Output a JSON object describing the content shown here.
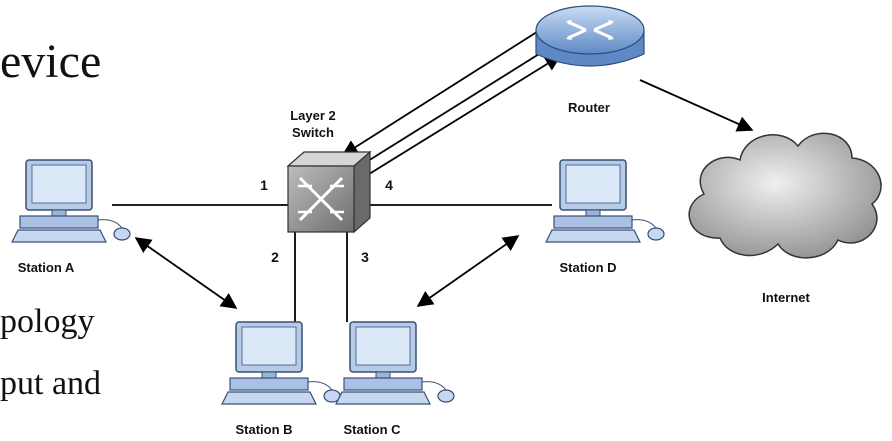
{
  "slide": {
    "line_1": "evice",
    "line_2": "pology",
    "line_3": "put and"
  },
  "switch": {
    "label_1": "Layer 2",
    "label_2": "Switch"
  },
  "router": {
    "label": "Router"
  },
  "internet": {
    "label": "Internet"
  },
  "stations": [
    {
      "label": "Station A",
      "port": "1"
    },
    {
      "label": "Station B",
      "port": "2"
    },
    {
      "label": "Station C",
      "port": "3"
    },
    {
      "label": "Station D",
      "port": "4"
    }
  ],
  "icons": {
    "computer": "computer-icon",
    "switch": "switch-icon",
    "router": "router-icon",
    "cloud": "cloud-icon"
  },
  "colors": {
    "monitor_fill": "#b5cbe8",
    "screen_fill": "#cfe0f4",
    "switch_fill": "#8d8d8d",
    "router_fill": "#8fb3e2",
    "cloud_fill": "#bcbcbc",
    "line": "#000000"
  }
}
